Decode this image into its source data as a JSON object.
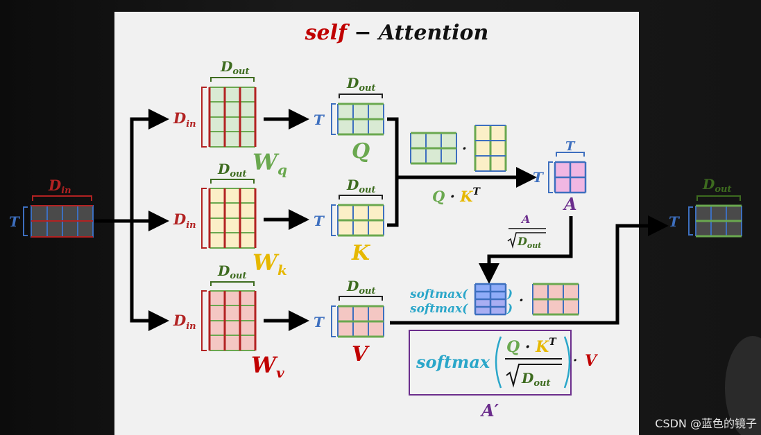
{
  "title": {
    "part1": "self",
    "part2": " − Attention"
  },
  "colors": {
    "red": "#b22222",
    "green": "#6aa84f",
    "blue": "#3d6fbf",
    "yellow": "#e6b800",
    "purple": "#6b2d8c",
    "cyan": "#2aa6c9",
    "dark": "#222222",
    "darkgreen": "#3d6b1f"
  },
  "labels": {
    "T": "T",
    "Din": "D",
    "Din_sub": "in",
    "Dout": "D",
    "Dout_sub": "out",
    "Wq": "W",
    "Wq_sub": "q",
    "Wk": "W",
    "Wk_sub": "k",
    "Wv": "W",
    "Wv_sub": "v",
    "Q": "Q",
    "K": "K",
    "V": "V",
    "A": "A",
    "qk_Q": "Q",
    "qk_dot": " · ",
    "qk_K": "K",
    "qk_sup": "T",
    "scale_num": "A",
    "scale_den": "D",
    "scale_den_sub": "out",
    "softmax": "softmax(",
    "softmax_close": ")",
    "dot": "·",
    "formula_softmax": "softmax",
    "formula_Q": "Q",
    "formula_dot": " · ",
    "formula_K": "K",
    "formula_sup": "T",
    "formula_den": "D",
    "formula_den_sub": "out",
    "formula_tail_dot": "·",
    "formula_V": "V",
    "Aprime": "A′"
  },
  "watermark": "CSDN @蓝色的镜子"
}
